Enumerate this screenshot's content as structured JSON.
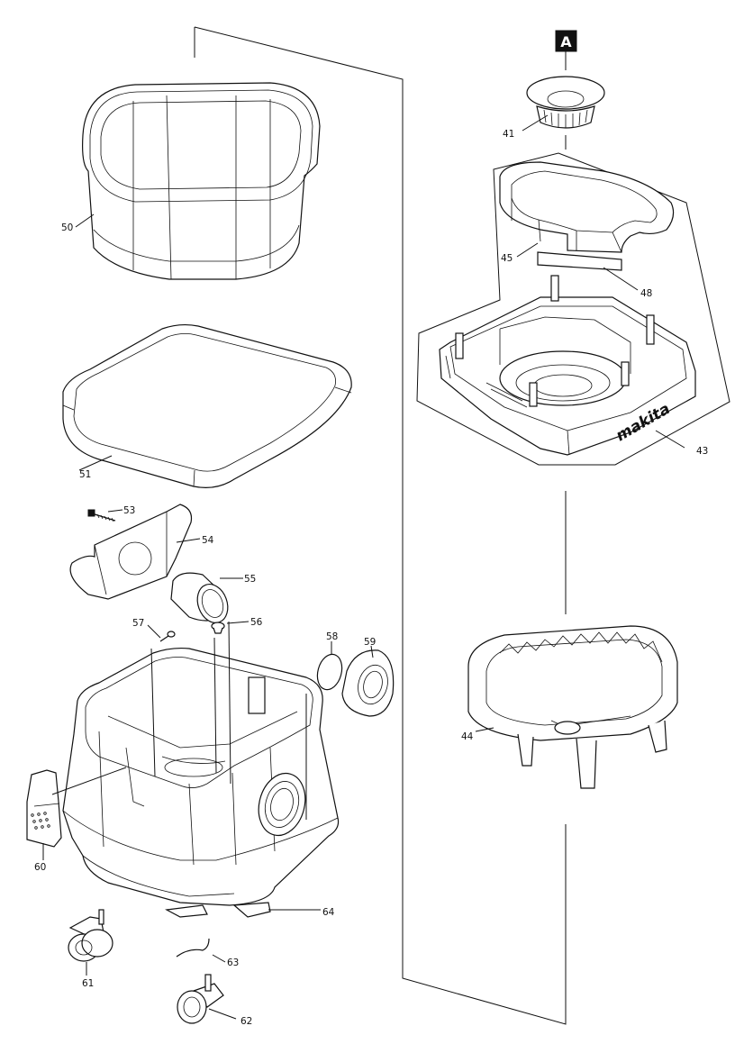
{
  "section_badge": "A",
  "brand_mark": "makita",
  "parts": [
    {
      "id": "p41",
      "label": "41"
    },
    {
      "id": "p43",
      "label": "43"
    },
    {
      "id": "p44",
      "label": "44"
    },
    {
      "id": "p45",
      "label": "45"
    },
    {
      "id": "p48",
      "label": "48"
    },
    {
      "id": "p50",
      "label": "50"
    },
    {
      "id": "p51",
      "label": "51"
    },
    {
      "id": "p53",
      "label": "53"
    },
    {
      "id": "p54",
      "label": "54"
    },
    {
      "id": "p55",
      "label": "55"
    },
    {
      "id": "p56",
      "label": "56"
    },
    {
      "id": "p57",
      "label": "57"
    },
    {
      "id": "p58",
      "label": "58"
    },
    {
      "id": "p59",
      "label": "59"
    },
    {
      "id": "p60",
      "label": "60"
    },
    {
      "id": "p61",
      "label": "61"
    },
    {
      "id": "p62",
      "label": "62"
    },
    {
      "id": "p63",
      "label": "63"
    },
    {
      "id": "p64",
      "label": "64"
    }
  ]
}
